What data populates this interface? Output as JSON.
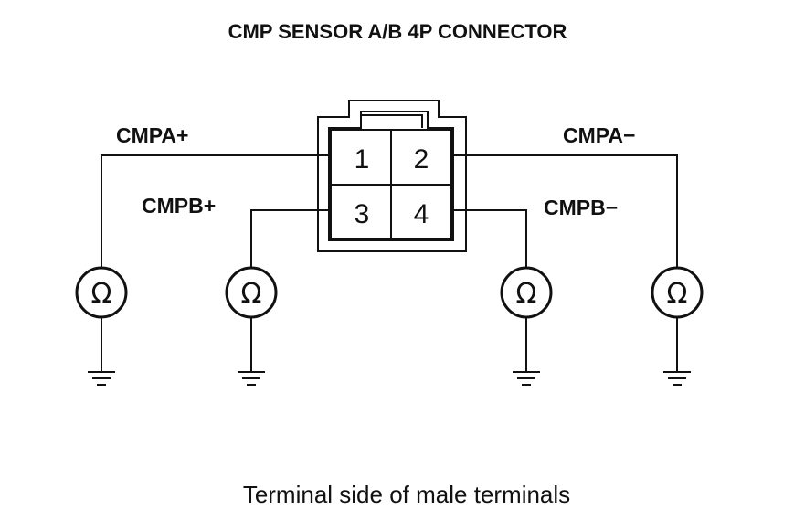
{
  "title": "CMP SENSOR A/B 4P CONNECTOR",
  "wires": {
    "cmpa_plus": "CMPA+",
    "cmpb_plus": "CMPB+",
    "cmpa_minus": "CMPA−",
    "cmpb_minus": "CMPB−"
  },
  "pins": [
    "1",
    "2",
    "3",
    "4"
  ],
  "meter_symbol": "Ω",
  "caption": "Terminal side of male terminals"
}
